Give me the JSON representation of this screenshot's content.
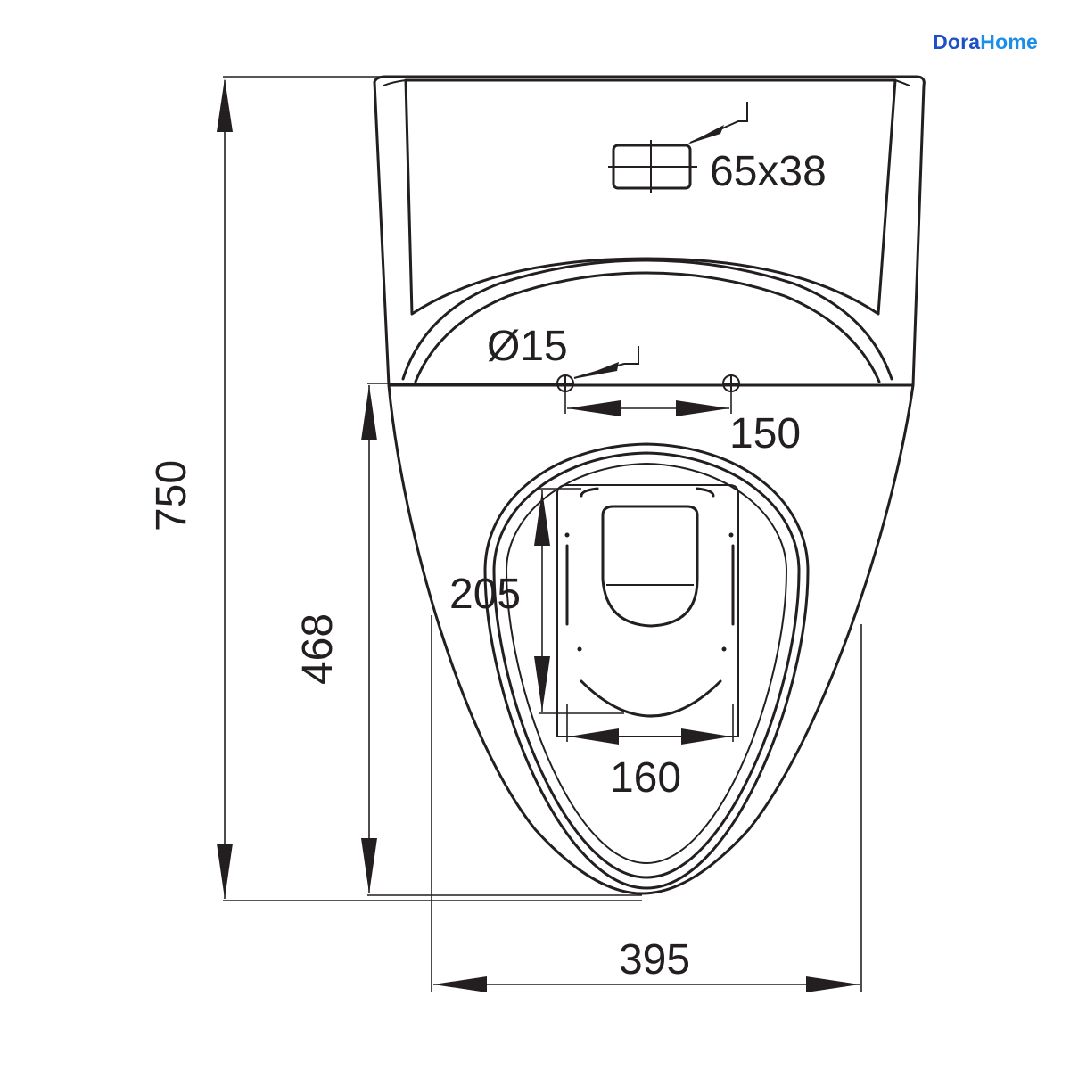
{
  "brand": {
    "part1": "Dora",
    "part2": "Home",
    "color_primary": "#1e4fc8",
    "color_secondary": "#1a8ee8"
  },
  "drawing": {
    "line_color": "#231f20",
    "dimensions": {
      "overall_length": "750",
      "pan_length": "468",
      "width": "395",
      "flush_button": "65x38",
      "hole_diameter": "Ø15",
      "hole_spacing": "150",
      "outlet_length": "205",
      "outlet_width": "160"
    }
  }
}
